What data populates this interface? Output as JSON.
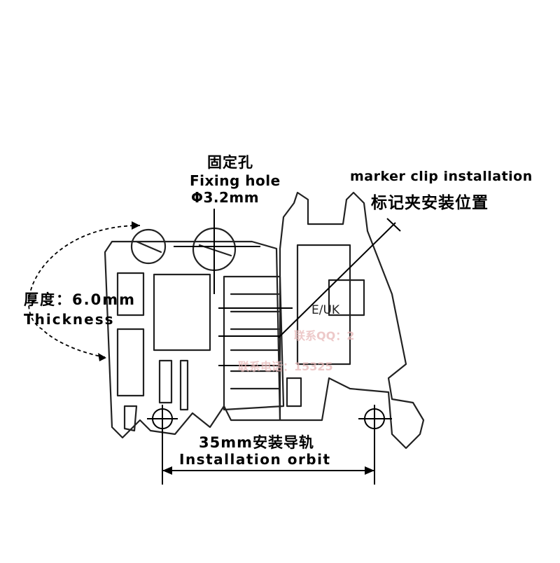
{
  "diagram": {
    "fixing_hole": {
      "label_cn": "固定孔",
      "label_en": "Fixing hole",
      "diameter": "Φ3.2mm"
    },
    "marker_clip": {
      "label_en": "marker clip installation",
      "label_cn": "标记夹安装位置"
    },
    "thickness": {
      "label_cn": "厚度：6.0mm",
      "label_en": "Thickness"
    },
    "rail": {
      "label_cn": "35mm安装导轨",
      "label_en": "Installation orbit"
    },
    "part_marking": "E/UK",
    "watermark": {
      "line1": "联系QQ：2",
      "line2": "联系电话：15325"
    }
  }
}
